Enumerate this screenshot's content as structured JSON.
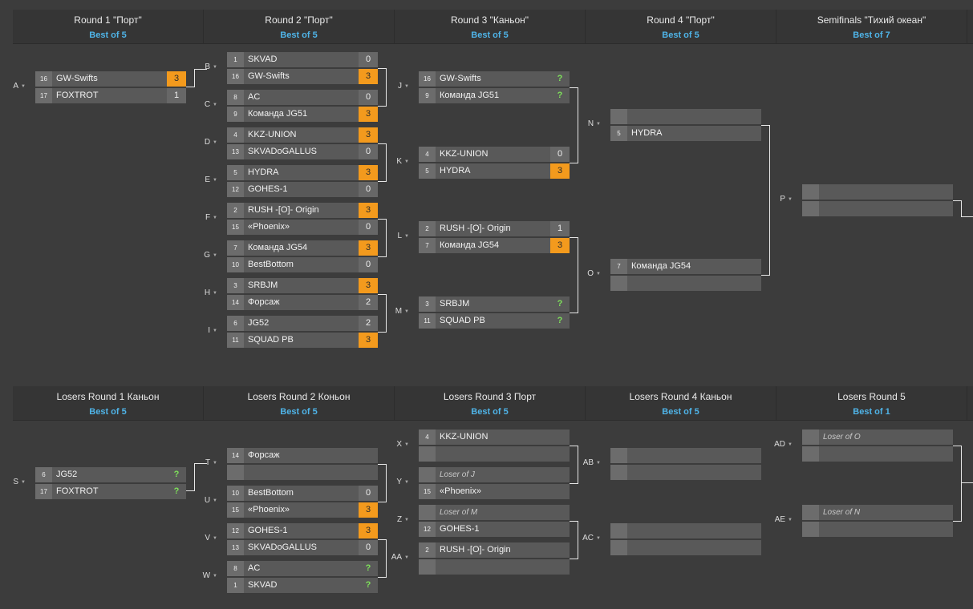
{
  "winners_header": [
    {
      "title": "Round 1 \"Порт\"",
      "sub": "Best of 5"
    },
    {
      "title": "Round 2 \"Порт\"",
      "sub": "Best of 5"
    },
    {
      "title": "Round 3 \"Каньон\"",
      "sub": "Best of 5"
    },
    {
      "title": "Round 4 \"Порт\"",
      "sub": "Best of 5"
    },
    {
      "title": "Semifinals \"Тихий океан\"",
      "sub": "Best of 7"
    }
  ],
  "losers_header": [
    {
      "title": "Losers Round 1 Каньон",
      "sub": "Best of 5"
    },
    {
      "title": "Losers Round 2 Коньон",
      "sub": "Best of 5"
    },
    {
      "title": "Losers Round 3 Порт",
      "sub": "Best of 5"
    },
    {
      "title": "Losers Round 4 Каньон",
      "sub": "Best of 5"
    },
    {
      "title": "Losers Round 5",
      "sub": "Best of 1"
    }
  ],
  "matches": [
    {
      "id": "A",
      "rows": [
        {
          "seed": "16",
          "name": "GW-Swifts",
          "score": "3",
          "win": true
        },
        {
          "seed": "17",
          "name": "FOXTROT",
          "score": "1"
        }
      ]
    },
    {
      "id": "B",
      "rows": [
        {
          "seed": "1",
          "name": "SKVAD",
          "score": "0"
        },
        {
          "seed": "16",
          "name": "GW-Swifts",
          "score": "3",
          "win": true
        }
      ]
    },
    {
      "id": "C",
      "rows": [
        {
          "seed": "8",
          "name": "AC",
          "score": "0"
        },
        {
          "seed": "9",
          "name": "Команда JG51",
          "score": "3",
          "win": true
        }
      ]
    },
    {
      "id": "D",
      "rows": [
        {
          "seed": "4",
          "name": "KKZ-UNION",
          "score": "3",
          "win": true
        },
        {
          "seed": "13",
          "name": "SKVADoGALLUS",
          "score": "0"
        }
      ]
    },
    {
      "id": "E",
      "rows": [
        {
          "seed": "5",
          "name": "HYDRA",
          "score": "3",
          "win": true
        },
        {
          "seed": "12",
          "name": "GOHES-1",
          "score": "0"
        }
      ]
    },
    {
      "id": "F",
      "rows": [
        {
          "seed": "2",
          "name": "RUSH -[O]- Origin",
          "score": "3",
          "win": true
        },
        {
          "seed": "15",
          "name": "«Phoenix»",
          "score": "0"
        }
      ]
    },
    {
      "id": "G",
      "rows": [
        {
          "seed": "7",
          "name": "Команда JG54",
          "score": "3",
          "win": true
        },
        {
          "seed": "10",
          "name": "BestBottom",
          "score": "0"
        }
      ]
    },
    {
      "id": "H",
      "rows": [
        {
          "seed": "3",
          "name": "SRBJM",
          "score": "3",
          "win": true
        },
        {
          "seed": "14",
          "name": "Форсаж",
          "score": "2"
        }
      ]
    },
    {
      "id": "I",
      "rows": [
        {
          "seed": "6",
          "name": "JG52",
          "score": "2"
        },
        {
          "seed": "11",
          "name": "SQUAD PB",
          "score": "3",
          "win": true
        }
      ]
    },
    {
      "id": "J",
      "rows": [
        {
          "seed": "16",
          "name": "GW-Swifts",
          "score": "?",
          "q": true
        },
        {
          "seed": "9",
          "name": "Команда JG51",
          "score": "?",
          "q": true
        }
      ]
    },
    {
      "id": "K",
      "rows": [
        {
          "seed": "4",
          "name": "KKZ-UNION",
          "score": "0"
        },
        {
          "seed": "5",
          "name": "HYDRA",
          "score": "3",
          "win": true
        }
      ]
    },
    {
      "id": "L",
      "rows": [
        {
          "seed": "2",
          "name": "RUSH -[O]- Origin",
          "score": "1"
        },
        {
          "seed": "7",
          "name": "Команда JG54",
          "score": "3",
          "win": true
        }
      ]
    },
    {
      "id": "M",
      "rows": [
        {
          "seed": "3",
          "name": "SRBJM",
          "score": "?",
          "q": true
        },
        {
          "seed": "11",
          "name": "SQUAD PB",
          "score": "?",
          "q": true
        }
      ]
    },
    {
      "id": "N",
      "rows": [
        {
          "seed": "",
          "name": ""
        },
        {
          "seed": "5",
          "name": "HYDRA"
        }
      ]
    },
    {
      "id": "O",
      "rows": [
        {
          "seed": "7",
          "name": "Команда JG54"
        },
        {
          "seed": "",
          "name": ""
        }
      ]
    },
    {
      "id": "P",
      "rows": [
        {
          "seed": "",
          "name": ""
        },
        {
          "seed": "",
          "name": ""
        }
      ]
    },
    {
      "id": "S",
      "rows": [
        {
          "seed": "6",
          "name": "JG52",
          "score": "?",
          "q": true
        },
        {
          "seed": "17",
          "name": "FOXTROT",
          "score": "?",
          "q": true
        }
      ]
    },
    {
      "id": "T",
      "rows": [
        {
          "seed": "14",
          "name": "Форсаж"
        },
        {
          "seed": "",
          "name": ""
        }
      ]
    },
    {
      "id": "U",
      "rows": [
        {
          "seed": "10",
          "name": "BestBottom",
          "score": "0"
        },
        {
          "seed": "15",
          "name": "«Phoenix»",
          "score": "3",
          "win": true
        }
      ]
    },
    {
      "id": "V",
      "rows": [
        {
          "seed": "12",
          "name": "GOHES-1",
          "score": "3",
          "win": true
        },
        {
          "seed": "13",
          "name": "SKVADoGALLUS",
          "score": "0"
        }
      ]
    },
    {
      "id": "W",
      "rows": [
        {
          "seed": "8",
          "name": "AC",
          "score": "?",
          "q": true
        },
        {
          "seed": "1",
          "name": "SKVAD",
          "score": "?",
          "q": true
        }
      ]
    },
    {
      "id": "X",
      "rows": [
        {
          "seed": "4",
          "name": "KKZ-UNION"
        },
        {
          "seed": "",
          "name": ""
        }
      ]
    },
    {
      "id": "Y",
      "rows": [
        {
          "seed": "",
          "name": "Loser of J",
          "italic": true
        },
        {
          "seed": "15",
          "name": "«Phoenix»"
        }
      ]
    },
    {
      "id": "Z",
      "rows": [
        {
          "seed": "",
          "name": "Loser of M",
          "italic": true
        },
        {
          "seed": "12",
          "name": "GOHES-1"
        }
      ]
    },
    {
      "id": "AA",
      "rows": [
        {
          "seed": "2",
          "name": "RUSH -[O]- Origin"
        },
        {
          "seed": "",
          "name": ""
        }
      ]
    },
    {
      "id": "AB",
      "rows": [
        {
          "seed": "",
          "name": ""
        },
        {
          "seed": "",
          "name": ""
        }
      ]
    },
    {
      "id": "AC",
      "rows": [
        {
          "seed": "",
          "name": ""
        },
        {
          "seed": "",
          "name": ""
        }
      ]
    },
    {
      "id": "AD",
      "rows": [
        {
          "seed": "",
          "name": "Loser of O",
          "italic": true
        },
        {
          "seed": "",
          "name": ""
        }
      ]
    },
    {
      "id": "AE",
      "rows": [
        {
          "seed": "",
          "name": "Loser of N",
          "italic": true
        },
        {
          "seed": "",
          "name": ""
        }
      ]
    }
  ]
}
